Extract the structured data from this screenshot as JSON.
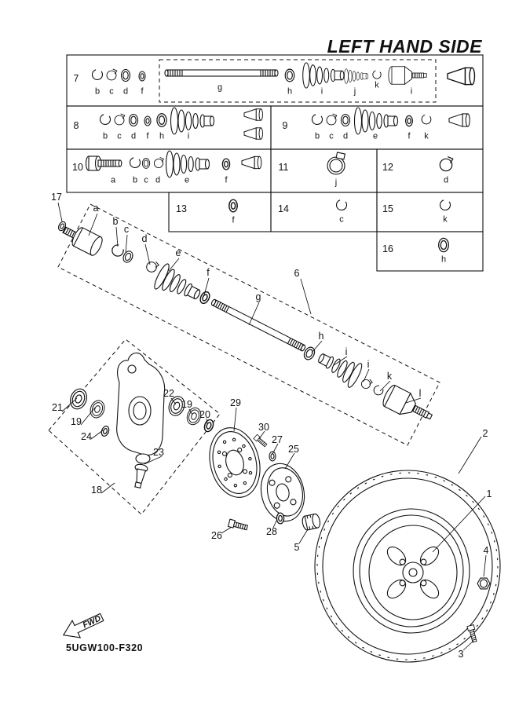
{
  "title": "LEFT HAND SIDE",
  "part_code": "5UGW100-F320",
  "fwd": "FWD",
  "colors": {
    "ink": "#111111",
    "background": "#ffffff"
  },
  "table": {
    "rows": [
      {
        "num": "7",
        "letters": [
          "b",
          "c",
          "d",
          "f",
          "g",
          "h",
          "i",
          "j",
          "k",
          "i"
        ]
      },
      {
        "num": "8",
        "letters": [
          "b",
          "c",
          "d",
          "f",
          "h",
          "i"
        ]
      },
      {
        "num": "9",
        "letters": [
          "b",
          "c",
          "d",
          "e",
          "f",
          "k"
        ]
      },
      {
        "num": "10",
        "letters": [
          "a",
          "b",
          "c",
          "d",
          "e",
          "f"
        ]
      },
      {
        "num": "11",
        "letters": [
          "j"
        ]
      },
      {
        "num": "12",
        "letters": [
          "d"
        ]
      },
      {
        "num": "13",
        "letters": [
          "f"
        ]
      },
      {
        "num": "14",
        "letters": [
          "c"
        ]
      },
      {
        "num": "15",
        "letters": [
          "k"
        ]
      },
      {
        "num": "16",
        "letters": [
          "h"
        ]
      }
    ]
  },
  "diagram": {
    "shaft_labels": [
      "17",
      "a",
      "b",
      "c",
      "d",
      "e",
      "f",
      "g",
      "6",
      "h",
      "i",
      "i",
      "k",
      "l"
    ],
    "knuckle_labels": [
      "21",
      "19",
      "24",
      "22",
      "19",
      "20",
      "23",
      "18"
    ],
    "hub_labels": [
      "29",
      "30",
      "27",
      "25",
      "26",
      "28",
      "5"
    ],
    "wheel_labels": [
      "2",
      "1",
      "4",
      "3"
    ]
  }
}
